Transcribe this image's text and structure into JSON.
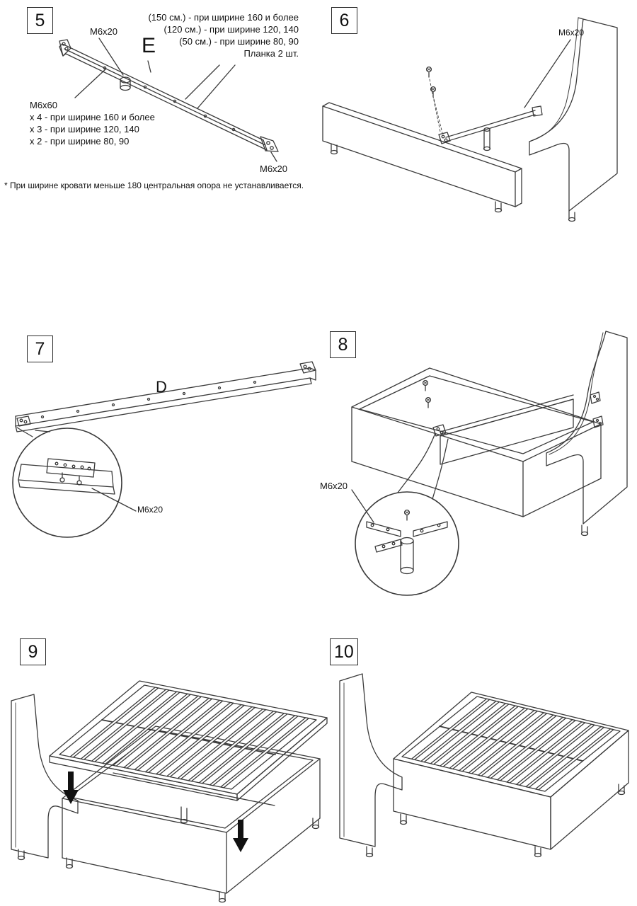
{
  "document": {
    "background": "#ffffff",
    "line_color": "#3a3a3a",
    "text_color": "#111111"
  },
  "steps": {
    "step5": {
      "number": "5",
      "part_label": "E",
      "bolt_top_label": "M6x20",
      "bolt_bottom_label": "M6x20",
      "plank_notes": [
        "(150 см.) - при ширине 160 и более",
        "(120 см.) - при ширине 120, 140",
        "(50 см.) - при ширине 80, 90",
        "Планка 2 шт."
      ],
      "bolt_left_label": "M6x60",
      "bolt_qty_notes": [
        "х 4 - при ширине 160 и более",
        "х 3 - при ширине 120, 140",
        "х 2 - при ширине 80, 90"
      ],
      "footnote": "* При ширине кровати меньше 180 центральная опора не устанавливается."
    },
    "step6": {
      "number": "6",
      "bolt_label": "M6x20"
    },
    "step7": {
      "number": "7",
      "part_label": "D",
      "bolt_label": "M6x20"
    },
    "step8": {
      "number": "8",
      "bolt_label": "M6x20"
    },
    "step9": {
      "number": "9"
    },
    "step10": {
      "number": "10"
    }
  }
}
